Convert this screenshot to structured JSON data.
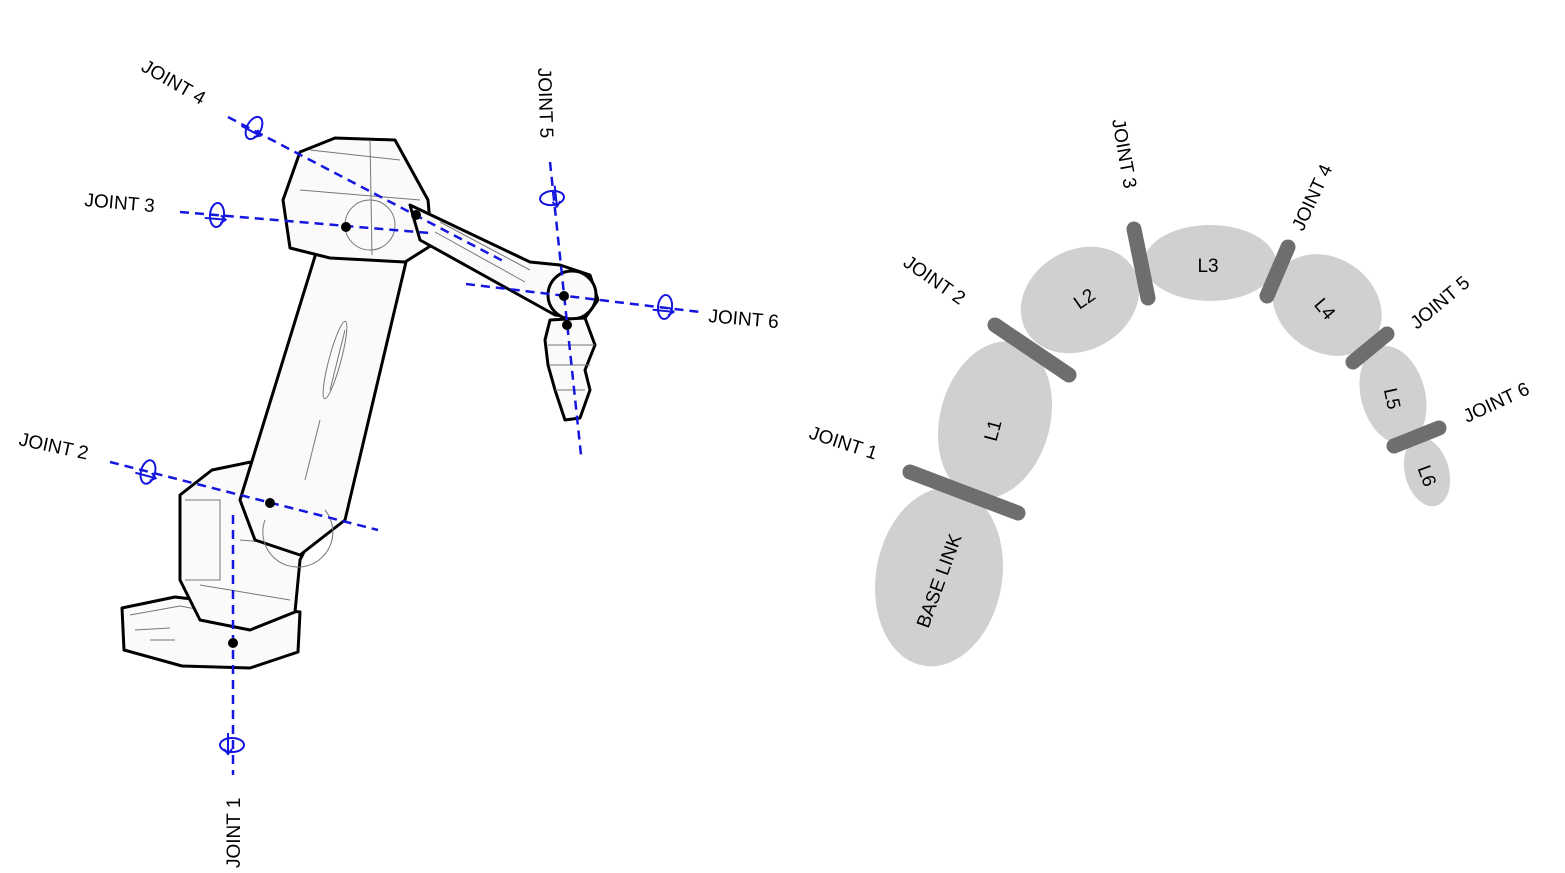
{
  "left_diagram": {
    "joints": [
      {
        "label": "JOINT 1"
      },
      {
        "label": "JOINT 2"
      },
      {
        "label": "JOINT 3"
      },
      {
        "label": "JOINT 4"
      },
      {
        "label": "JOINT 5"
      },
      {
        "label": "JOINT 6"
      }
    ],
    "axis_color": "#1515e0"
  },
  "right_diagram": {
    "joints": [
      {
        "label": "JOINT 1"
      },
      {
        "label": "JOINT 2"
      },
      {
        "label": "JOINT 3"
      },
      {
        "label": "JOINT 4"
      },
      {
        "label": "JOINT 5"
      },
      {
        "label": "JOINT 6"
      }
    ],
    "links": [
      {
        "label": "BASE LINK"
      },
      {
        "label": "L1"
      },
      {
        "label": "L2"
      },
      {
        "label": "L3"
      },
      {
        "label": "L4"
      },
      {
        "label": "L5"
      },
      {
        "label": "L6"
      }
    ],
    "link_color": "#d0d0d0",
    "joint_color": "#6e6e6e"
  }
}
